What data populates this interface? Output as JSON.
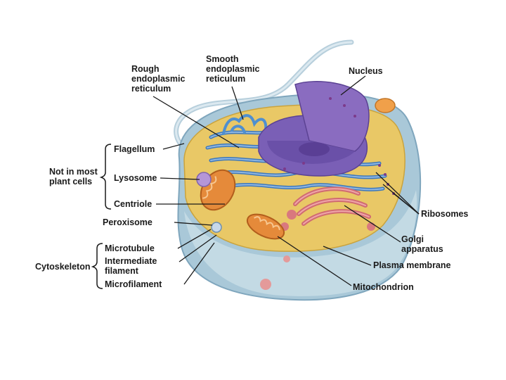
{
  "labels": {
    "rough_er": "Rough\nendoplasmic\nreticulum",
    "smooth_er": "Smooth\nendoplasmic\nreticulum",
    "nucleus": "Nucleus",
    "flagellum": "Flagellum",
    "lysosome": "Lysosome",
    "centriole": "Centriole",
    "peroxisome": "Peroxisome",
    "microtubule": "Microtubule",
    "intermediate_filament": "Intermediate\nfilament",
    "microfilament": "Microfilament",
    "ribosomes": "Ribosomes",
    "golgi": "Golgi\napparatus",
    "plasma_membrane": "Plasma membrane",
    "mitochondrion": "Mitochondrion"
  },
  "groups": {
    "not_in_plants": "Not in most\nplant cells",
    "cytoskeleton": "Cytoskeleton"
  },
  "colors": {
    "cytoplasm": "#e9c866",
    "cell_wall_outer": "#a9c8d8",
    "er": "#4a86c7",
    "nucleus": "#8a6cc0",
    "golgi": "#d9787e",
    "mitochondrion": "#e58a3a"
  }
}
